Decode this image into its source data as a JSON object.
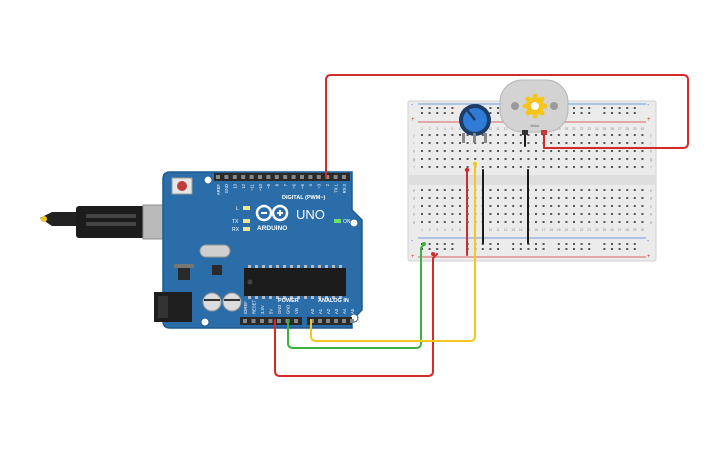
{
  "arduino": {
    "brand": "ARDUINO",
    "model": "UNO",
    "digital_header_label": "DIGITAL (PWM~)",
    "power_header_label": "POWER",
    "analog_header_label": "ANALOG IN",
    "on_led_label": "ON",
    "led_l_label": "L",
    "led_tx_label": "TX",
    "led_rx_label": "RX",
    "digital_pins": [
      "AREF",
      "GND",
      "13",
      "12",
      "~11",
      "~10",
      "~9",
      "8",
      "7",
      "~6",
      "~5",
      "4",
      "~3",
      "2",
      "TX 1",
      "RX 0"
    ],
    "power_pins": [
      "IOREF",
      "RESET",
      "3.3V",
      "5V",
      "GND",
      "GND",
      "Vin"
    ],
    "analog_pins": [
      "A0",
      "A1",
      "A2",
      "A3",
      "A4",
      "A5"
    ]
  },
  "breadboard": {
    "column_count": 30,
    "row_letters_top": [
      "j",
      "i",
      "h",
      "g",
      "f"
    ],
    "row_letters_bottom": [
      "e",
      "d",
      "c",
      "b",
      "a"
    ],
    "rail_plus": "+",
    "rail_minus": "-"
  },
  "motor": {
    "label": "Motor"
  },
  "wire_colors": {
    "red": "#d42a2a",
    "green": "#3cb33c",
    "yellow": "#f2c81e",
    "black": "#1a1a1a"
  },
  "colors": {
    "board": "#2b6da8",
    "board_edge": "#1f5a8f",
    "header": "#2a2a2a",
    "breadboard": "#ebebeb",
    "pot_knob": "#2f7bd6",
    "motor_body": "#d3d3d3",
    "motor_shaft": "#f5c518"
  }
}
